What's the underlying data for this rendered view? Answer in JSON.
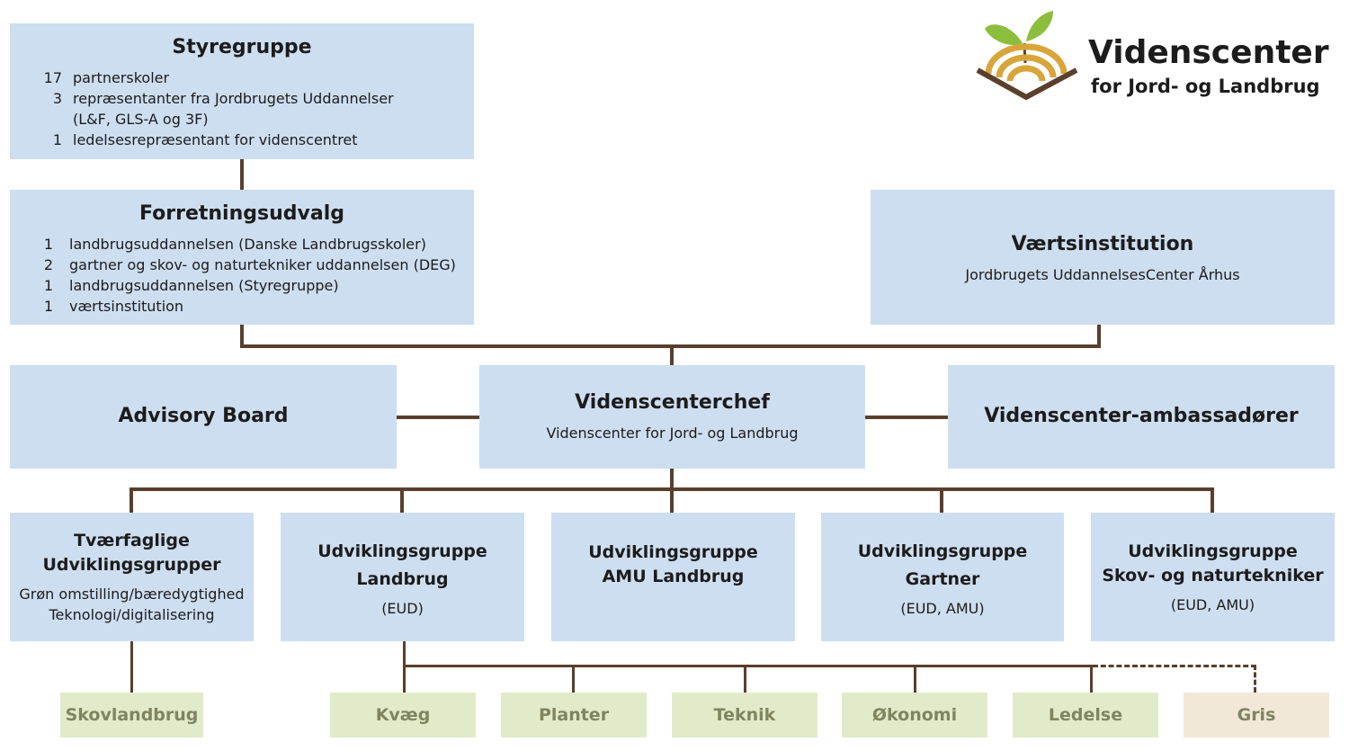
{
  "logo": {
    "title": "Videnscenter",
    "subtitle": "for Jord- og Landbrug",
    "colors": {
      "leaf": "#8dbd3c",
      "arc": "#d9a53a",
      "dark": "#5a3f2c"
    }
  },
  "styregruppe": {
    "title": "Styregruppe",
    "rows": [
      {
        "n": "17",
        "text": "partnerskoler"
      },
      {
        "n": "3",
        "text": "repræsentanter fra Jordbrugets Uddannelser"
      },
      {
        "n": "",
        "text": "(L&F, GLS-A og 3F)"
      },
      {
        "n": "1",
        "text": "ledelsesrepræsentant for videnscentret"
      }
    ]
  },
  "forretningsudvalg": {
    "title": "Forretningsudvalg",
    "rows": [
      {
        "n": "1",
        "text": "landbrugsuddannelsen (Danske Landbrugsskoler)"
      },
      {
        "n": "2",
        "text": "gartner og skov- og naturtekniker uddannelsen (DEG)"
      },
      {
        "n": "1",
        "text": "landbrugsuddannelsen (Styregruppe)"
      },
      {
        "n": "1",
        "text": "værtsinstitution"
      }
    ]
  },
  "vaertsinstitution": {
    "title": "Værtsinstitution",
    "subtitle": "Jordbrugets UddannelsesCenter Århus"
  },
  "advisory_board": {
    "title": "Advisory Board"
  },
  "videnscenterchef": {
    "title": "Videnscenterchef",
    "subtitle": "Videnscenter for Jord- og Landbrug"
  },
  "ambassadorer": {
    "title": "Videnscenter-ambassadører"
  },
  "groups": [
    {
      "title1": "Tværfaglige",
      "title2": "Udviklingsgrupper",
      "sub1": "Grøn omstilling/bæredygtighed",
      "sub2": "Teknologi/digitalisering"
    },
    {
      "title1": "Udviklingsgruppe",
      "title2": "Landbrug",
      "sub1": "(EUD)",
      "sub2": ""
    },
    {
      "title1": "Udviklingsgruppe",
      "title2": "AMU Landbrug",
      "sub1": "",
      "sub2": ""
    },
    {
      "title1": "Udviklingsgruppe",
      "title2": "Gartner",
      "sub1": "(EUD, AMU)",
      "sub2": ""
    },
    {
      "title1": "Udviklingsgruppe",
      "title2": "Skov- og naturtekniker",
      "sub1": "(EUD, AMU)",
      "sub2": ""
    }
  ],
  "leaves": [
    "Skovlandbrug",
    "Kvæg",
    "Planter",
    "Teknik",
    "Økonomi",
    "Ledelse",
    "Gris"
  ],
  "colors": {
    "box": "#cddef0",
    "connector": "#5a3f2c",
    "leaf_green": "#e1ebc9",
    "leaf_beige": "#f2e8d8",
    "leaf_text": "#7f8560"
  }
}
